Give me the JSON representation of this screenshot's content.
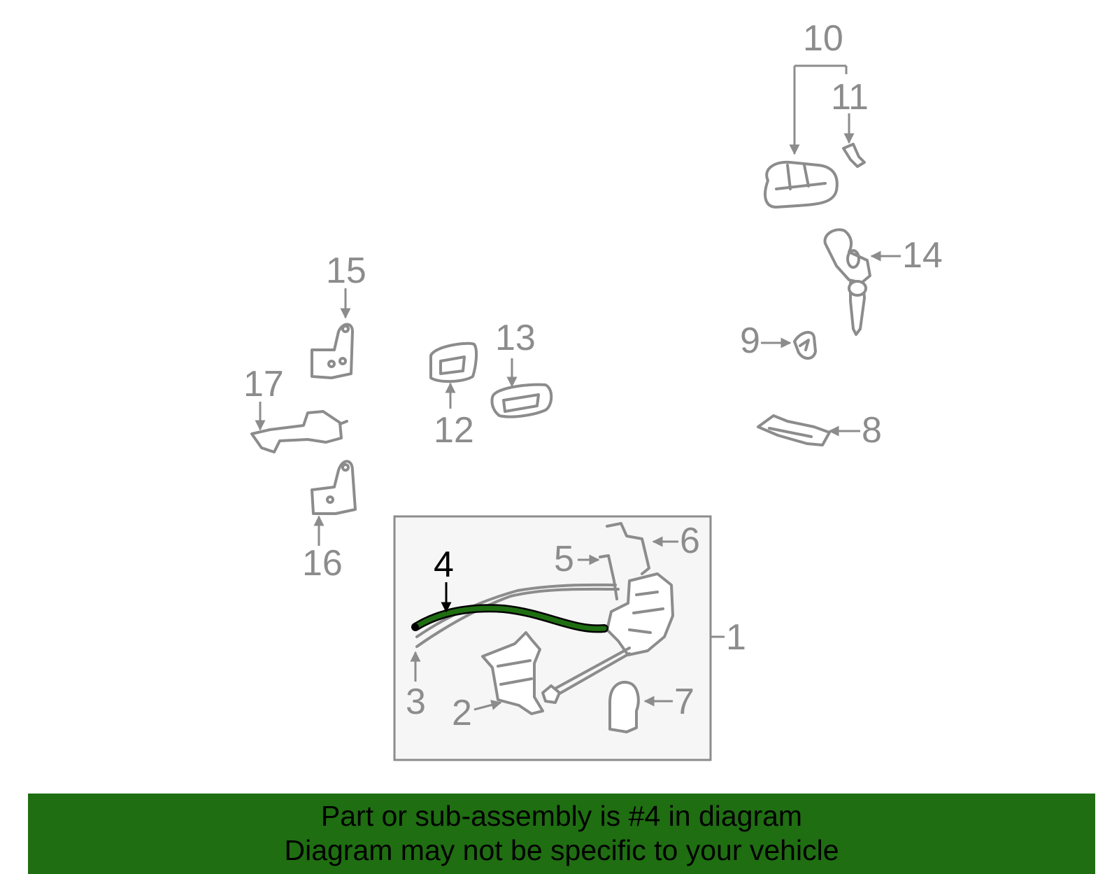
{
  "colors": {
    "part_gray": "#8c8c8c",
    "highlight": "#1f6e12",
    "banner_bg": "#1f6e12",
    "box_bg": "#f6f6f6"
  },
  "callouts": {
    "c1": "1",
    "c2": "2",
    "c3": "3",
    "c4": "4",
    "c5": "5",
    "c6": "6",
    "c7": "7",
    "c8": "8",
    "c9": "9",
    "c10": "10",
    "c11": "11",
    "c12": "12",
    "c13": "13",
    "c14": "14",
    "c15": "15",
    "c16": "16",
    "c17": "17"
  },
  "highlighted_part": "4",
  "banner": {
    "line1": "Part or sub-assembly is #4 in diagram",
    "line2": "Diagram may not be specific to your vehicle"
  }
}
